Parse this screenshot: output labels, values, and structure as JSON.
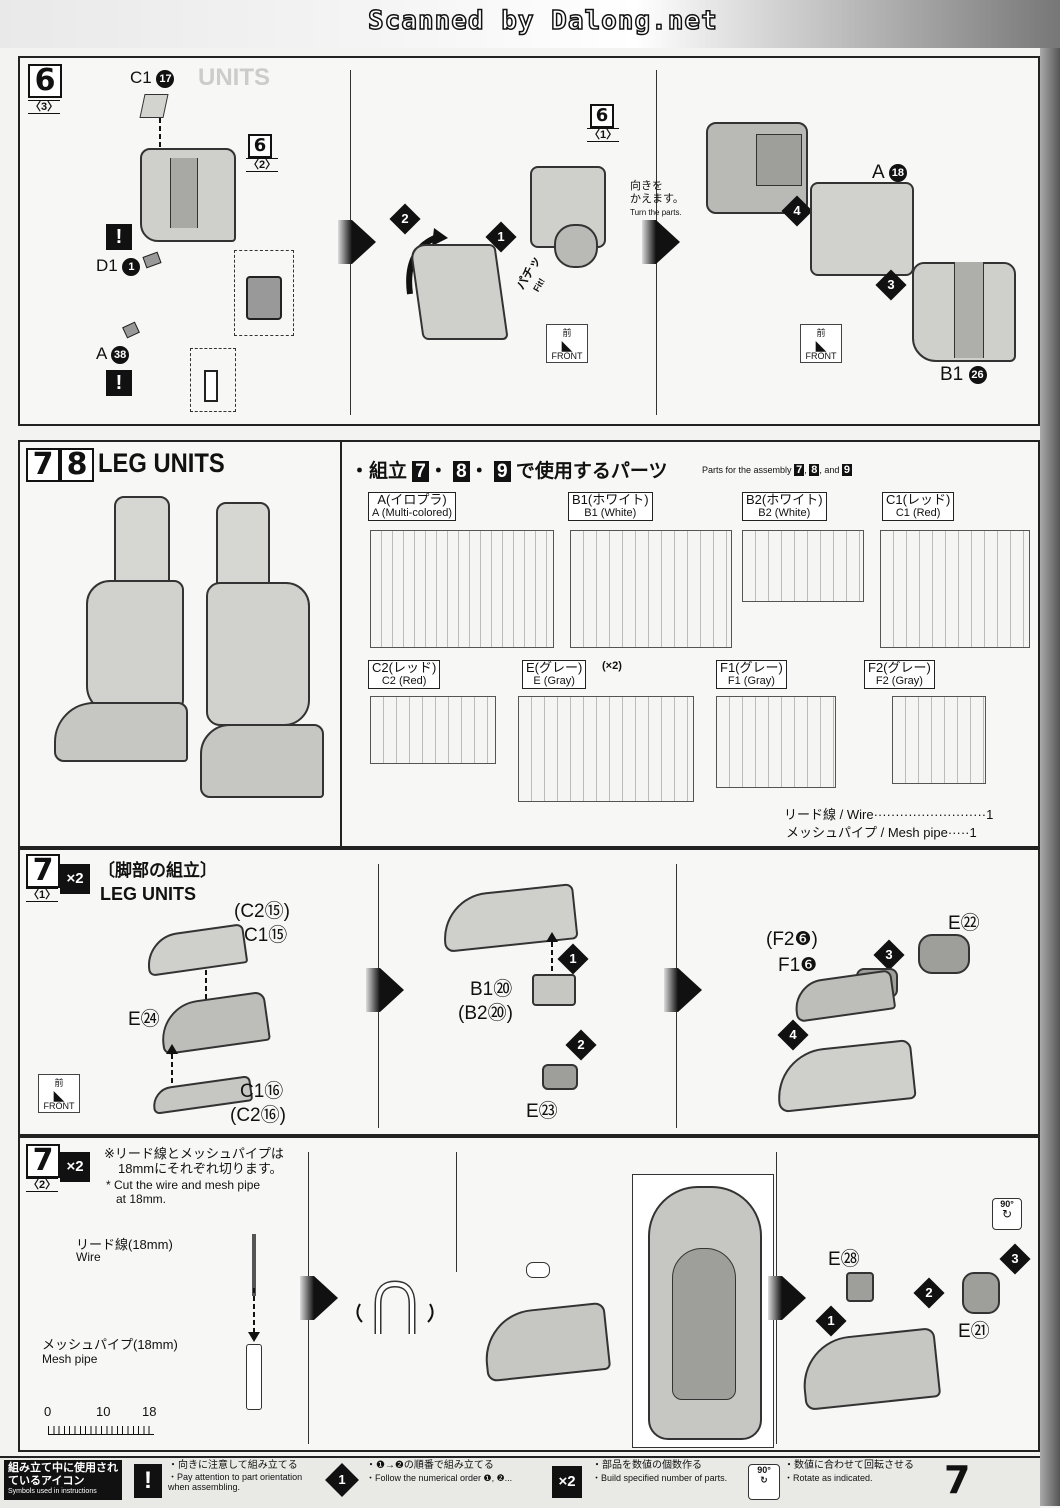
{
  "header": {
    "watermark": "Scanned by Dalong.net"
  },
  "step6": {
    "number": "6",
    "substep": "〈3〉",
    "bg_text": "UNITS",
    "part_c1": "C1",
    "part_c1_num": "17",
    "ref_step": "6",
    "ref_sub": "〈2〉",
    "part_d1": "D1",
    "part_d1_num": "1",
    "part_a": "A",
    "part_a_num": "38",
    "ref_step2": "6",
    "ref_sub2": "〈1〉",
    "fit_text": "パチッ",
    "fit_en": "Fit!",
    "turn_jp": "向きを\nかえます。",
    "turn_en": "Turn the parts.",
    "part_a18": "A",
    "part_a18_num": "18",
    "part_b1": "B1",
    "part_b1_num": "26",
    "front_jp": "前",
    "front_en": "FRONT"
  },
  "leg_section": {
    "num1": "7",
    "num2": "8",
    "title": "LEG UNITS",
    "parts_header_jp": "・組立",
    "parts_header_nums": [
      "7",
      "8",
      "9"
    ],
    "parts_header_tail": "で使用するパーツ",
    "parts_header_en": "Parts for the assembly",
    "parts_header_en_and": "and",
    "sprues": [
      {
        "jp": "A(イロプラ)",
        "en": "A (Multi-colored)"
      },
      {
        "jp": "B1(ホワイト)",
        "en": "B1 (White)"
      },
      {
        "jp": "B2(ホワイト)",
        "en": "B2 (White)"
      },
      {
        "jp": "C1(レッド)",
        "en": "C1 (Red)"
      },
      {
        "jp": "C2(レッド)",
        "en": "C2 (Red)"
      },
      {
        "jp": "E(グレー)",
        "en": "E (Gray)",
        "qty": "(×2)"
      },
      {
        "jp": "F1(グレー)",
        "en": "F1 (Gray)"
      },
      {
        "jp": "F2(グレー)",
        "en": "F2 (Gray)"
      }
    ],
    "wire_line": "リード線 / Wire",
    "wire_dots": "··························",
    "wire_qty": "1",
    "mesh_line": "メッシュパイプ / Mesh pipe",
    "mesh_dots": "·····",
    "mesh_qty": "1"
  },
  "step7_1": {
    "number": "7",
    "substep": "〈1〉",
    "mult": "×2",
    "title_jp": "〔脚部の組立〕",
    "title_en": "LEG UNITS",
    "c2_15": "(C2⑮)",
    "c1_15": "C1⑮",
    "e24": "E㉔",
    "c1_16": "C1⑯",
    "c2_16": "(C2⑯)",
    "b1_20": "B1⑳",
    "b2_20": "(B2⑳)",
    "e23": "E㉓",
    "f2_6": "(F2❻)",
    "f1_6": "F1❻",
    "e22": "E㉒",
    "front_jp": "前",
    "front_en": "FRONT"
  },
  "step7_2": {
    "number": "7",
    "substep": "〈2〉",
    "mult": "×2",
    "note_jp1": "※リード線とメッシュパイプは",
    "note_jp2": "18mmにそれぞれ切ります。",
    "note_en1": "* Cut the wire and mesh pipe",
    "note_en2": "at 18mm.",
    "wire_jp": "リード線(18mm)",
    "wire_en": "Wire",
    "mesh_jp": "メッシュパイプ(18mm)",
    "mesh_en": "Mesh pipe",
    "ruler": [
      "0",
      "10",
      "18"
    ],
    "e28": "E㉘",
    "e21": "E㉑",
    "rotate": "90°"
  },
  "footer": {
    "legend_jp": "組み立て中に使用されているアイコン",
    "legend_en": "Symbols used in instructions",
    "icon1_jp": "・向きに注意して組み立てる",
    "icon1_en": "・Pay attention to part orientation when assembling.",
    "icon2_jp": "・❶→❷の順番で組み立てる",
    "icon2_en": "・Follow the numerical order ❶, ❷...",
    "icon3_jp": "・部品を数値の個数作る",
    "icon3_en": "・Build specified number of parts.",
    "icon4_jp": "・数値に合わせて回転させる",
    "icon4_en": "・Rotate as indicated.",
    "page": "7"
  },
  "colors": {
    "ink": "#111111",
    "paper": "#f3f3f1",
    "gray_part": "#c9c9c6",
    "dark_part": "#8d8d8a"
  }
}
